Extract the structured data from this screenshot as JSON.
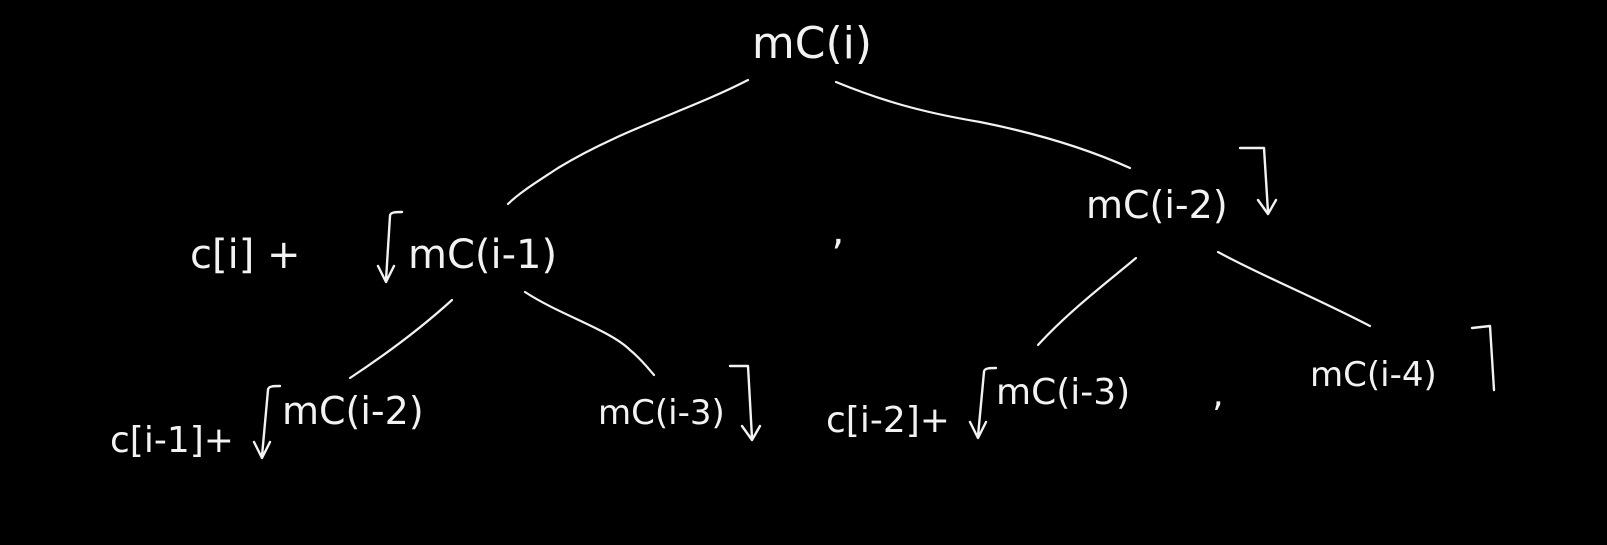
{
  "tree": {
    "root": "mC(i)",
    "left_branch": {
      "prefix": "c[i] +",
      "node": "mC(i-1)",
      "children": [
        {
          "prefix": "c[i-1]+",
          "node": "mC(i-2)"
        },
        {
          "node": "mC(i-3)"
        }
      ]
    },
    "separator": ",",
    "right_branch": {
      "node": "mC(i-2)",
      "children": [
        {
          "prefix": "c[i-2]+",
          "node": "mC(i-3)"
        },
        {
          "node": "mC(i-4)"
        }
      ]
    },
    "lower_separator": ","
  }
}
